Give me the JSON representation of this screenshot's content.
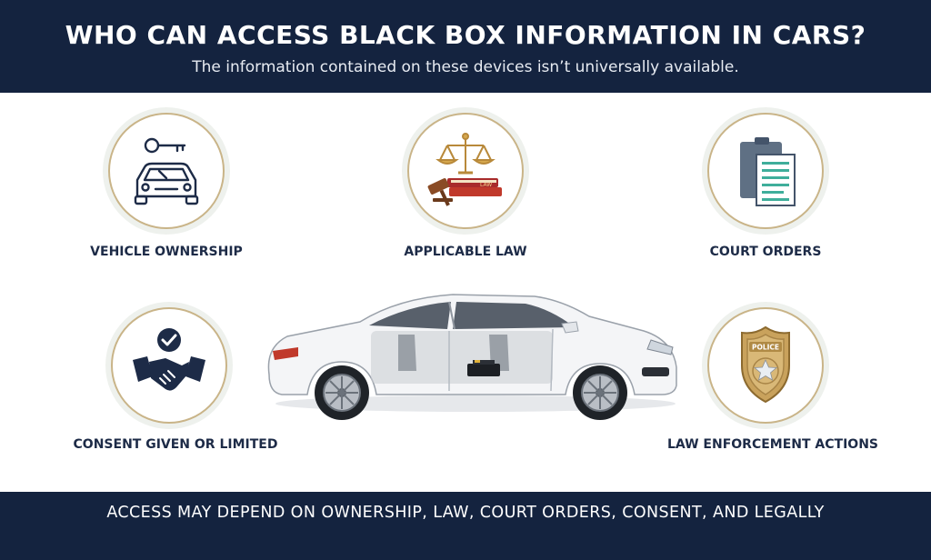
{
  "header": {
    "title": "WHO CAN ACCESS BLACK BOX INFORMATION IN CARS?",
    "subtitle": "The information contained on these devices isn’t universally available."
  },
  "items": [
    {
      "label": "VEHICLE OWNERSHIP",
      "icon": "car-key-icon"
    },
    {
      "label": "APPLICABLE LAW",
      "icon": "scales-of-justice-icon"
    },
    {
      "label": "COURT ORDERS",
      "icon": "clipboard-document-icon"
    },
    {
      "label": "CONSENT GIVEN OR LIMITED",
      "icon": "handshake-check-icon"
    },
    {
      "label": "LAW ENFORCEMENT ACTIONS",
      "icon": "police-badge-icon"
    }
  ],
  "badge": {
    "text": "POLICE"
  },
  "law_book": {
    "text": "LAW"
  },
  "footer": {
    "text": "ACCESS MAY DEPEND ON OWNERSHIP, LAW, COURT ORDERS, CONSENT, AND LEGALLY"
  },
  "colors": {
    "navy": "#14233f",
    "gold": "#c9b488",
    "teal": "#3fae9b",
    "slate": "#5f7084"
  }
}
